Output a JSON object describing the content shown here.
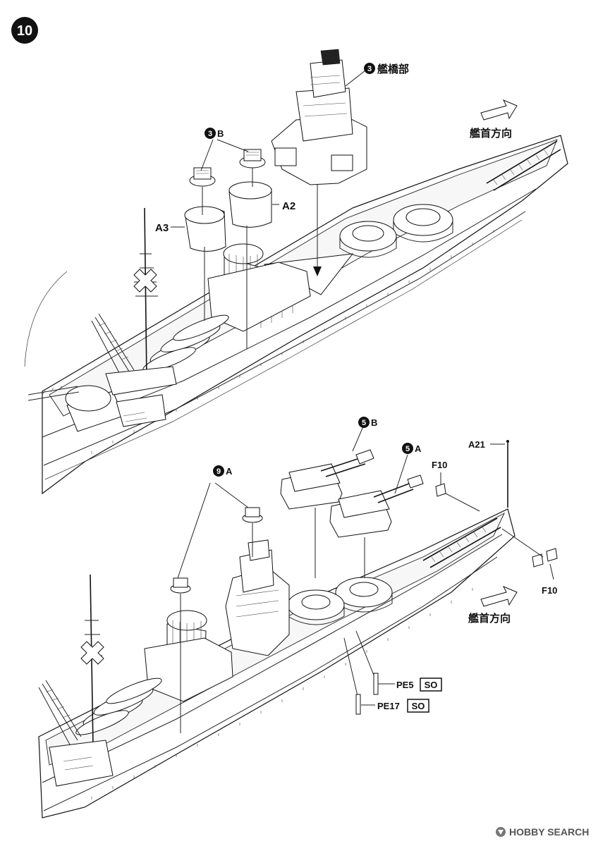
{
  "step": {
    "number": "10"
  },
  "top_assembly": {
    "bridge_label": {
      "number": "3",
      "text": "艦橋部"
    },
    "subassembly_label": {
      "number": "3",
      "suffix": "B"
    },
    "parts": {
      "a2": "A2",
      "a3": "A3"
    },
    "direction_label": "艦首方向"
  },
  "bottom_assembly": {
    "turret_b": {
      "number": "5",
      "suffix": "B"
    },
    "turret_a": {
      "number": "5",
      "suffix": "A"
    },
    "director": {
      "number": "9",
      "suffix": "A"
    },
    "parts": {
      "a21": "A21",
      "f10_top": "F10",
      "f10_bottom": "F10"
    },
    "photo_etch": [
      {
        "part": "PE5",
        "badge": "SO"
      },
      {
        "part": "PE17",
        "badge": "SO"
      }
    ],
    "direction_label": "艦首方向"
  },
  "watermark": {
    "text": "HOBBY SEARCH"
  },
  "colors": {
    "ink": "#111111",
    "badge": "#111111",
    "paper": "#ffffff"
  }
}
